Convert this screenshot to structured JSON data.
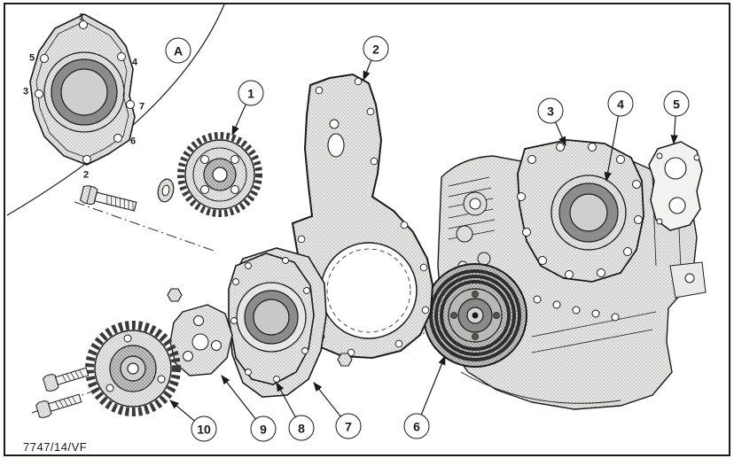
{
  "figure": {
    "code": "7747/14/VF"
  },
  "callouts": [
    {
      "label": "A"
    },
    {
      "label": "1"
    },
    {
      "label": "2"
    },
    {
      "label": "3"
    },
    {
      "label": "4"
    },
    {
      "label": "5"
    },
    {
      "label": "6"
    },
    {
      "label": "7"
    },
    {
      "label": "8"
    },
    {
      "label": "9"
    },
    {
      "label": "10"
    }
  ],
  "bolt_sequence_labels": [
    {
      "label": "1"
    },
    {
      "label": "5"
    },
    {
      "label": "4"
    },
    {
      "label": "3"
    },
    {
      "label": "7"
    },
    {
      "label": "6"
    },
    {
      "label": "2"
    }
  ],
  "colors": {
    "ink": "#1a1a1a",
    "paper": "#ffffff",
    "part_fill": "#e9e9e7",
    "seal_dark": "#8c8c8a"
  }
}
